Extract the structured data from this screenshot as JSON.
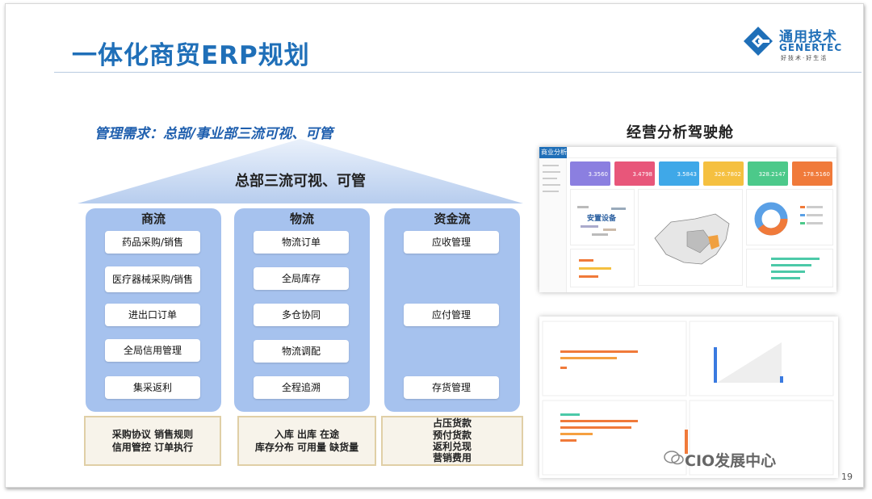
{
  "slide": {
    "title": "一体化商贸ERP规划",
    "page_number": "19"
  },
  "logo": {
    "cn": "通用技术",
    "en": "GENERTEC",
    "slogan": "好技术·好生活"
  },
  "requirement": "管理需求：总部/事业部三流可视、可管",
  "roof_label": "总部三流可视、可管",
  "columns": [
    {
      "title": "商流",
      "items": [
        "药品采购/销售",
        "医疗器械采购/销售",
        "进出口订单",
        "全局信用管理",
        "集采返利"
      ],
      "footer": [
        "采购协议 销售规则",
        "信用管控 订单执行"
      ]
    },
    {
      "title": "物流",
      "items": [
        "物流订单",
        "全局库存",
        "多仓协同",
        "物流调配",
        "全程追溯"
      ],
      "footer": [
        "入库 出库 在途",
        "库存分布 可用量 缺货量"
      ]
    },
    {
      "title": "资金流",
      "items": [
        "应收管理",
        "应付管理",
        "存货管理"
      ],
      "footer": [
        "占压货款",
        "预付货款",
        "返利兑现",
        "营销费用"
      ]
    }
  ],
  "cockpit": {
    "title": "经营分析驾驶舱",
    "nav_label": "商业分析",
    "kpis": [
      {
        "value": "3.3560",
        "color": "#8b7fe0"
      },
      {
        "value": "3.4798",
        "color": "#e8567a"
      },
      {
        "value": "3.5843",
        "color": "#3fa8e8"
      },
      {
        "value": "326.7802",
        "color": "#f5c040"
      },
      {
        "value": "328.2147",
        "color": "#4cc98a"
      },
      {
        "value": "178.5160",
        "color": "#f07a3a"
      }
    ],
    "word_cloud_word": "安置设备"
  },
  "watermark": "CIO发展中心"
}
